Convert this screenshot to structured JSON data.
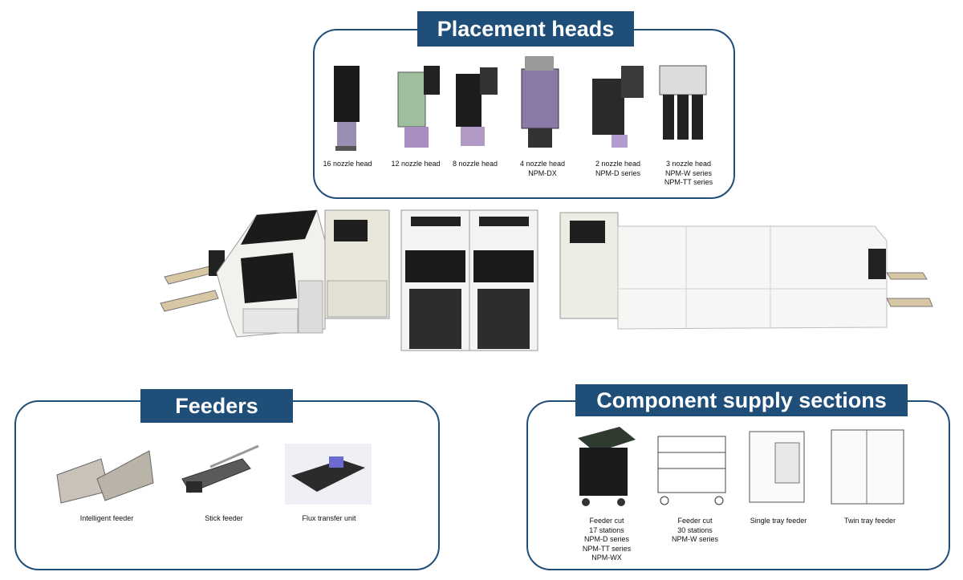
{
  "panels": {
    "placement": {
      "title": "Placement heads",
      "items": [
        {
          "caption": "16 nozzle head"
        },
        {
          "caption": "12 nozzle head"
        },
        {
          "caption": "8 nozzle head"
        },
        {
          "caption": "4 nozzle head\nNPM-DX"
        },
        {
          "caption": "2 nozzle head\nNPM-D series"
        },
        {
          "caption": "3 nozzle head\nNPM-W series\nNPM-TT series"
        }
      ]
    },
    "feeders": {
      "title": "Feeders",
      "items": [
        {
          "caption": "Intelligent feeder"
        },
        {
          "caption": "Stick feeder"
        },
        {
          "caption": "Flux transfer unit"
        }
      ]
    },
    "supply": {
      "title": "Component supply sections",
      "items": [
        {
          "caption": "Feeder cut\n17 stations\nNPM-D series\nNPM-TT series\nNPM-WX"
        },
        {
          "caption": "Feeder cut\n30 stations\nNPM-W series"
        },
        {
          "caption": "Single tray feeder"
        },
        {
          "caption": "Twin tray feeder"
        }
      ]
    }
  },
  "colors": {
    "frame": "#1f4e79",
    "machine_body": "#f2f2ef",
    "machine_dark": "#1a1a1a"
  }
}
